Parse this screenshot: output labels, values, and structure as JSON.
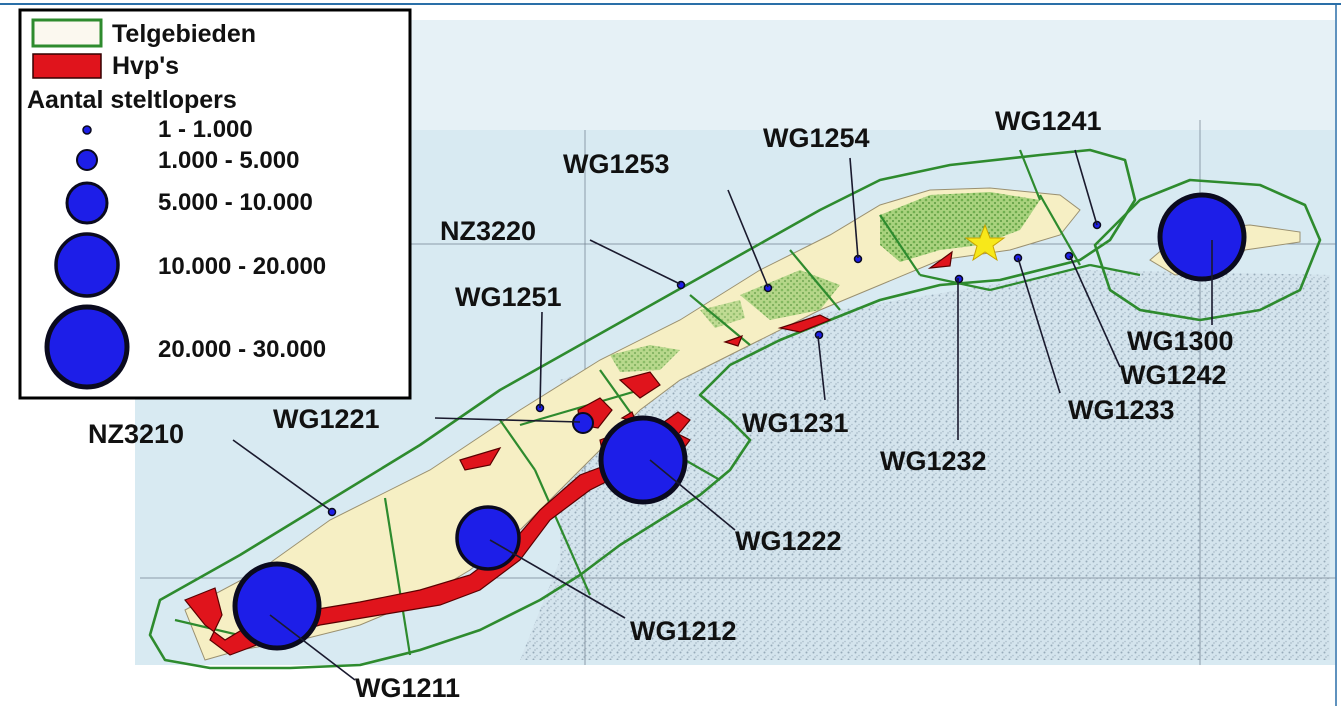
{
  "legend": {
    "telgebieden_label": "Telgebieden",
    "hvp_label": "Hvp's",
    "title": "Aantal steltlopers",
    "classes": [
      {
        "label": "1 - 1.000"
      },
      {
        "label": "1.000 - 5.000"
      },
      {
        "label": "5.000 - 10.000"
      },
      {
        "label": "10.000 - 20.000"
      },
      {
        "label": "20.000 - 30.000"
      }
    ]
  },
  "areas": [
    {
      "code": "WG1241",
      "count_class": 0
    },
    {
      "code": "WG1254",
      "count_class": 0
    },
    {
      "code": "WG1253",
      "count_class": 0
    },
    {
      "code": "NZ3220",
      "count_class": 0
    },
    {
      "code": "WG1251",
      "count_class": 0
    },
    {
      "code": "WG1221",
      "count_class": 1
    },
    {
      "code": "NZ3210",
      "count_class": 0
    },
    {
      "code": "WG1231",
      "count_class": 0
    },
    {
      "code": "WG1232",
      "count_class": 0
    },
    {
      "code": "WG1233",
      "count_class": 0
    },
    {
      "code": "WG1242",
      "count_class": 0
    },
    {
      "code": "WG1300",
      "count_class": 4
    },
    {
      "code": "WG1222",
      "count_class": 4
    },
    {
      "code": "WG1212",
      "count_class": 3
    },
    {
      "code": "WG1211",
      "count_class": 4
    }
  ],
  "colors": {
    "telgebied_outline": "#2e8b2e",
    "hvp_fill": "#e0141c",
    "count_fill": "#1d1ee8",
    "island_fill": "#f6efc4",
    "vegetation": "#8fc46a",
    "sea": "#d6e9f1",
    "mudflat": "#b9c8d2",
    "marker_star": "#f7e81a"
  }
}
